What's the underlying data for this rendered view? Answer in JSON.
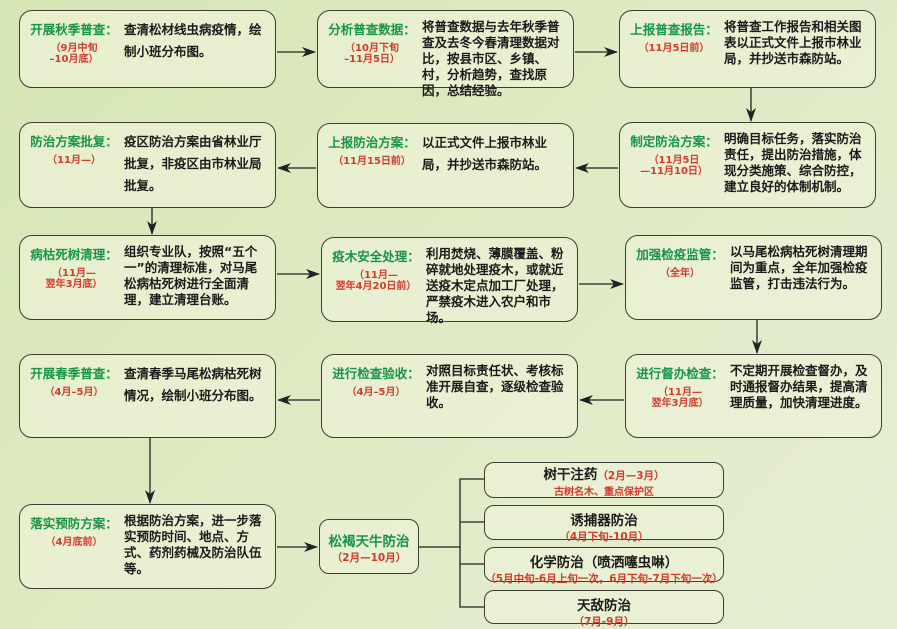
{
  "boxes": [
    {
      "title": "开展秋季普查：",
      "date": "（9月中旬\n–10月底）",
      "body": "查清松材线虫病疫情，绘制小班分布图。"
    },
    {
      "title": "分析普查数据：",
      "date": "（10月下旬\n–11月5日）",
      "body": "将普查数据与去年秋季普查及去冬今春清理数据对比，按县市区、乡镇、村，分析趋势，查找原因，总结经验。"
    },
    {
      "title": "上报普查报告：",
      "date": "（11月5日前）",
      "body": "将普查工作报告和相关图表以正式文件上报市林业局，并抄送市森防站。"
    },
    {
      "title": "防治方案批复：",
      "date": "（11月—）",
      "body": "疫区防治方案由省林业厅批复，非疫区由市林业局批复。"
    },
    {
      "title": "上报防治方案：",
      "date": "（11月15日前）",
      "body": "以正式文件上报市林业局，并抄送市森防站。"
    },
    {
      "title": "制定防治方案：",
      "date": "（11月5日\n—11月10日）",
      "body": "明确目标任务，落实防治责任，提出防治措施，体现分类施策、综合防控，建立良好的体制机制。"
    },
    {
      "title": "病枯死树清理：",
      "date": "（11月—\n翌年3月底）",
      "body": "组织专业队，按照“五个一”的清理标准，对马尾松病枯死树进行全面清理，建立清理台账。"
    },
    {
      "title": "疫木安全处理：",
      "date": "（11月—\n翌年4月20日前）",
      "body": "利用焚烧、薄膜覆盖、粉碎就地处理疫木，或就近送疫木定点加工厂处理，严禁疫木进入农户和市场。"
    },
    {
      "title": "加强检疫监管：",
      "date": "（全年）",
      "body": "以马尾松病枯死树清理期间为重点，全年加强检疫监管，打击违法行为。"
    },
    {
      "title": "开展春季普查：",
      "date": "（4月–5月）",
      "body": "查清春季马尾松病枯死树情况，绘制小班分布图。"
    },
    {
      "title": "进行检查验收：",
      "date": "（4月–5月）",
      "body": "对照目标责任状、考核标准开展自查，逐级检查验收。"
    },
    {
      "title": "进行督办检查：",
      "date": "（11月—\n翌年3月底）",
      "body": "不定期开展检查督办，及时通报督办结果，提高清理质量，加快清理进度。"
    },
    {
      "title": "落实预防方案：",
      "date": "（4月底前）",
      "body": "根据防治方案，进一步落实预防时间、地点、方式、药剂药械及防治队伍等。"
    }
  ],
  "center": {
    "title": "松褐天牛防治",
    "date": "（2月—10月）"
  },
  "methods": [
    {
      "title": "树干注药",
      "date": "（2月—3月）",
      "note": "古树名木、重点保护区"
    },
    {
      "title": "诱捕器防治",
      "date": "（4月下旬-10月）"
    },
    {
      "title": "化学防治（喷洒噻虫啉）",
      "date": "（5月中旬-6月上旬一次，6月下旬-7月下旬一次）"
    },
    {
      "title": "天敌防治",
      "date": "（7月-9月）"
    }
  ],
  "colors": {
    "title": "#179447",
    "date": "#d33a2c",
    "border": "#3d3d35"
  }
}
